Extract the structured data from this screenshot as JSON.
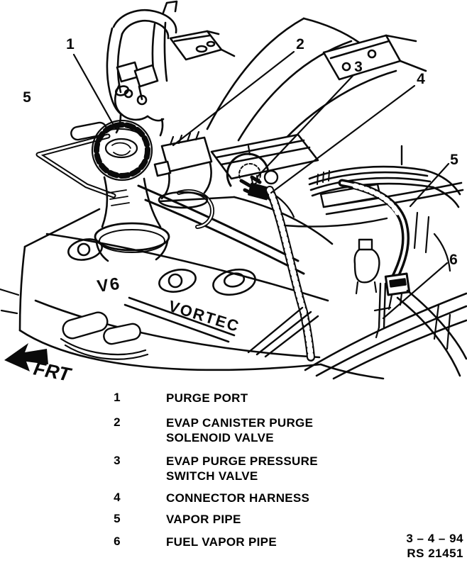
{
  "drawing": {
    "frt": "FRT",
    "embossed": {
      "v6": "V6",
      "vortec": "VORTEC"
    },
    "callouts": [
      {
        "n": "1"
      },
      {
        "n": "2"
      },
      {
        "n": "3"
      },
      {
        "n": "4"
      },
      {
        "n": "5"
      },
      {
        "n": "5"
      },
      {
        "n": "6"
      }
    ]
  },
  "legend": {
    "items": [
      {
        "num": "1",
        "label": "PURGE PORT"
      },
      {
        "num": "2",
        "label": "EVAP CANISTER PURGE\nSOLENOID VALVE"
      },
      {
        "num": "3",
        "label": "EVAP PURGE PRESSURE\nSWITCH VALVE"
      },
      {
        "num": "4",
        "label": "CONNECTOR HARNESS"
      },
      {
        "num": "5",
        "label": "VAPOR PIPE"
      },
      {
        "num": "6",
        "label": "FUEL VAPOR PIPE"
      }
    ]
  },
  "footer": {
    "date": "3 – 4 – 94",
    "ref": "RS 21451"
  },
  "colors": {
    "ink": "#000000",
    "paper": "#ffffff"
  }
}
